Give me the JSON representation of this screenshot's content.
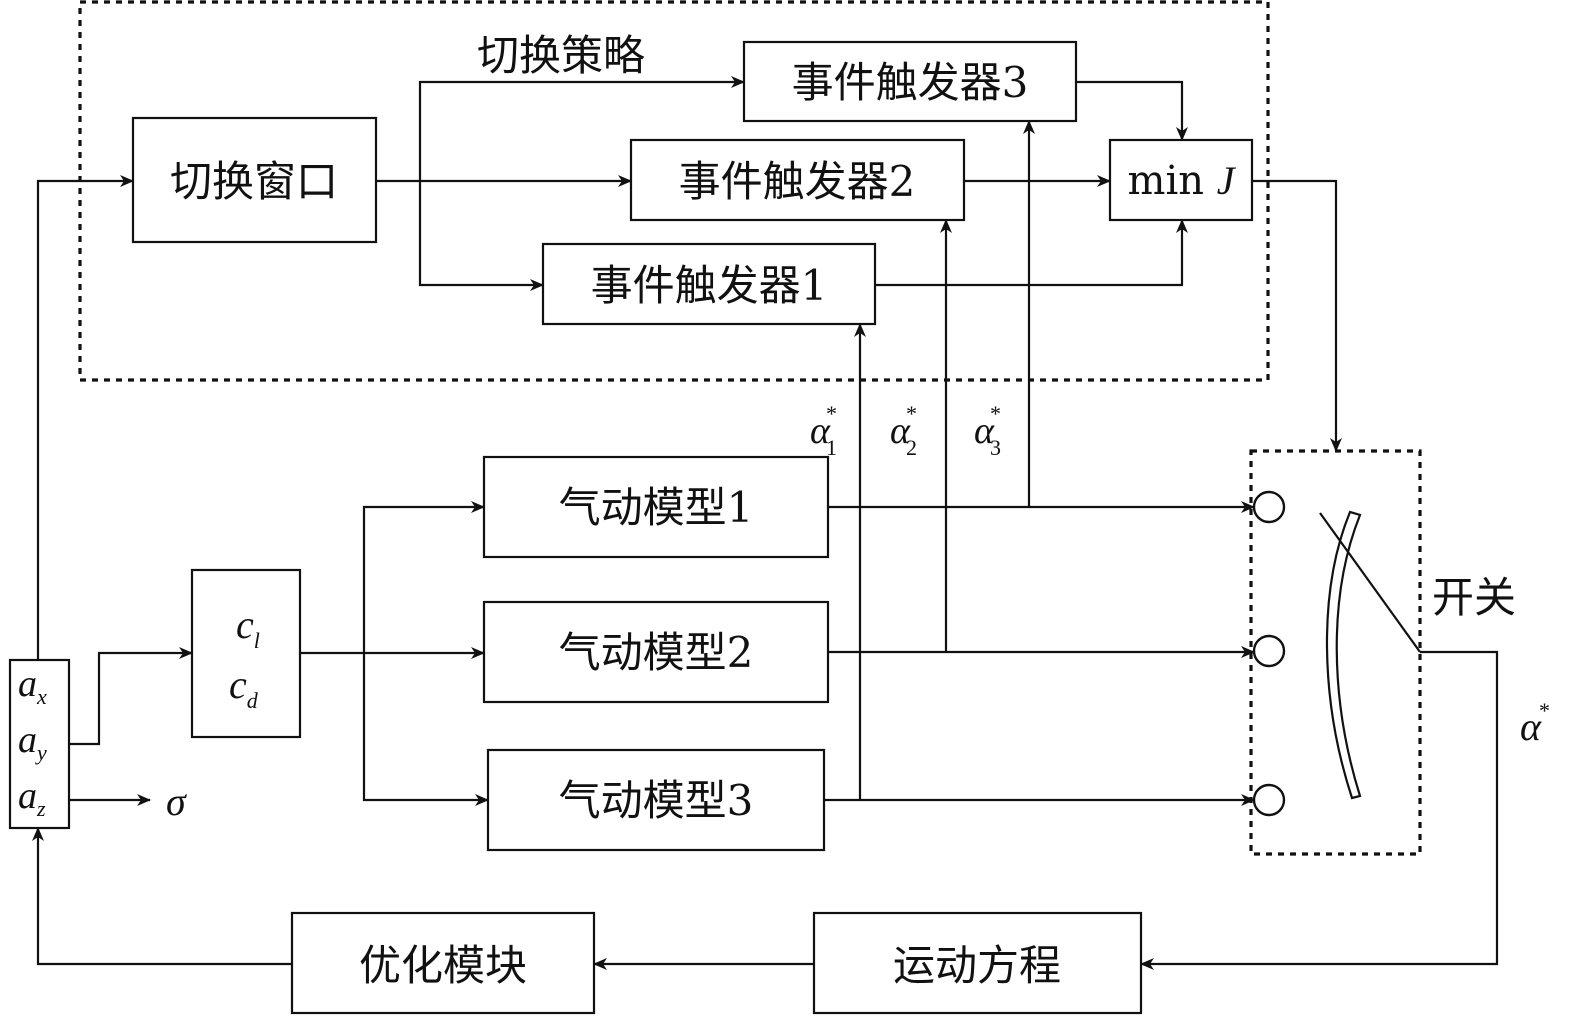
{
  "title_strategy": "切换策略",
  "switch_window": "切换窗口",
  "event_trigger_1": "事件触发器1",
  "event_trigger_2": "事件触发器2",
  "event_trigger_3": "事件触发器3",
  "min_j": {
    "prefix": "min ",
    "var": "J"
  },
  "aero_model_1": "气动模型1",
  "aero_model_2": "气动模型2",
  "aero_model_3": "气动模型3",
  "coef": {
    "cl": {
      "base": "c",
      "sub": "l"
    },
    "cd": {
      "base": "c",
      "sub": "d"
    }
  },
  "accel": {
    "ax": {
      "base": "a",
      "sub": "x"
    },
    "ay": {
      "base": "a",
      "sub": "y"
    },
    "az": {
      "base": "a",
      "sub": "z"
    }
  },
  "sigma": "σ",
  "alpha_labels": [
    {
      "base": "α",
      "sup": "*",
      "sub": "1"
    },
    {
      "base": "α",
      "sup": "*",
      "sub": "2"
    },
    {
      "base": "α",
      "sup": "*",
      "sub": "3"
    }
  ],
  "alpha_out": {
    "base": "α",
    "sup": "*"
  },
  "switch_label": "开关",
  "motion_eq": "运动方程",
  "opt_module": "优化模块",
  "colors": {
    "stroke": "#111111",
    "background": "#ffffff"
  }
}
